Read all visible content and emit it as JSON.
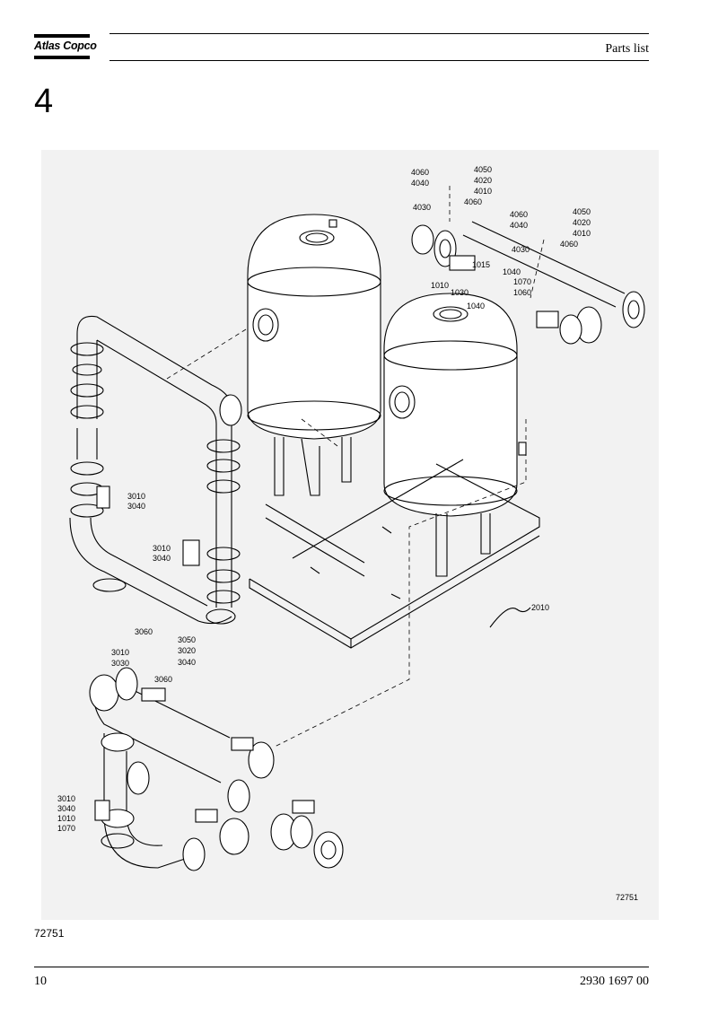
{
  "header": {
    "logo_text": "Atlas Copco",
    "title": "Parts list"
  },
  "section": {
    "number": "4"
  },
  "drawing": {
    "drawing_id": "72751",
    "callouts": {
      "c4060a": "4060",
      "c4050a": "4050",
      "c4040a": "4040",
      "c4020a": "4020",
      "c4010a": "4010",
      "c4030a": "4030",
      "c4060b": "4060",
      "c4060c": "4060",
      "c4050b": "4050",
      "c4040b": "4040",
      "c4020b": "4020",
      "c4010b": "4010",
      "c4030b": "4030",
      "c4060d": "4060",
      "c1015": "1015",
      "c1040a": "1040",
      "c1010": "1010",
      "c1070": "1070",
      "c1030": "1030",
      "c1060": "1060",
      "c1040b": "1040",
      "c3010a": "3010",
      "c3040a": "3040",
      "c3010b": "3010",
      "c3040b": "3040",
      "c2010": "2010",
      "c3060a": "3060",
      "c3050": "3050",
      "c3010c": "3010",
      "c3020": "3020",
      "c3030": "3030",
      "c3040c": "3040",
      "c3060b": "3060",
      "c3010d": "3010",
      "c3040d": "3040",
      "c1010b": "1010",
      "c1070b": "1070"
    }
  },
  "figure_caption": "72751",
  "footer": {
    "page_number": "10",
    "doc_number": "2930 1697 00"
  }
}
